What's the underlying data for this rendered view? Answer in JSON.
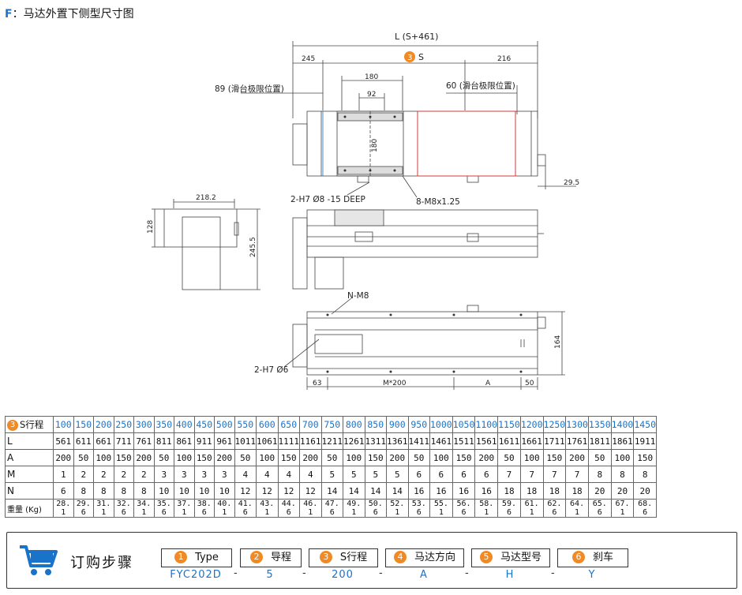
{
  "header": {
    "label": "F",
    "separator": "：",
    "title": "马达外置下侧型尺寸图"
  },
  "drawing": {
    "dim_L": "L (S+461)",
    "dim_S_num": "3",
    "dim_S": "S",
    "dim_245": "245",
    "dim_216": "216",
    "dim_180_top": "180",
    "dim_92": "92",
    "dim_180_side": "180",
    "note_89": "89 (滑台极限位置)",
    "note_60": "60 (滑台极限位置)",
    "dim_29_5": "29.5",
    "hole_label": "2-H7 Ø8 -15 DEEP",
    "thread_label": "8-M8x1.25",
    "dim_218_2": "218.2",
    "dim_128": "128",
    "dim_245_5": "245.5",
    "nm8_label": "N-M8",
    "h7_6_label": "2-H7 Ø6",
    "dim_164": "164",
    "dim_63": "63",
    "dim_m200": "M*200",
    "dim_A": "A",
    "dim_50": "50"
  },
  "table": {
    "rows": [
      {
        "label": "S行程",
        "values": [
          "100",
          "150",
          "200",
          "250",
          "300",
          "350",
          "400",
          "450",
          "500",
          "550",
          "600",
          "650",
          "700",
          "750",
          "800",
          "850",
          "900",
          "950",
          "1000",
          "1050",
          "1100",
          "1150",
          "1200",
          "1250",
          "1300",
          "1350",
          "1400",
          "1450"
        ]
      },
      {
        "label": "L",
        "values": [
          "561",
          "611",
          "661",
          "711",
          "761",
          "811",
          "861",
          "911",
          "961",
          "1011",
          "1061",
          "1111",
          "1161",
          "1211",
          "1261",
          "1311",
          "1361",
          "1411",
          "1461",
          "1511",
          "1561",
          "1611",
          "1661",
          "1711",
          "1761",
          "1811",
          "1861",
          "1911"
        ]
      },
      {
        "label": "A",
        "values": [
          "200",
          "50",
          "100",
          "150",
          "200",
          "50",
          "100",
          "150",
          "200",
          "50",
          "100",
          "150",
          "200",
          "50",
          "100",
          "150",
          "200",
          "50",
          "100",
          "150",
          "200",
          "50",
          "100",
          "150",
          "200",
          "50",
          "100",
          "150"
        ]
      },
      {
        "label": "M",
        "values": [
          "1",
          "2",
          "2",
          "2",
          "2",
          "3",
          "3",
          "3",
          "3",
          "4",
          "4",
          "4",
          "4",
          "5",
          "5",
          "5",
          "5",
          "6",
          "6",
          "6",
          "6",
          "7",
          "7",
          "7",
          "7",
          "8",
          "8",
          "8"
        ]
      },
      {
        "label": "N",
        "values": [
          "6",
          "8",
          "8",
          "8",
          "8",
          "10",
          "10",
          "10",
          "10",
          "12",
          "12",
          "12",
          "12",
          "14",
          "14",
          "14",
          "14",
          "16",
          "16",
          "16",
          "16",
          "18",
          "18",
          "18",
          "18",
          "20",
          "20",
          "20"
        ]
      },
      {
        "label": "重量 (Kg)",
        "values": [
          "28. 1",
          "29. 6",
          "31. 1",
          "32. 6",
          "34. 1",
          "35. 6",
          "37. 1",
          "38. 6",
          "40. 1",
          "41. 6",
          "43. 1",
          "44. 6",
          "46. 1",
          "47. 6",
          "49. 1",
          "50. 6",
          "52. 1",
          "53. 6",
          "55. 1",
          "56. 6",
          "58. 1",
          "59. 6",
          "61. 1",
          "62. 6",
          "64. 1",
          "65. 6",
          "67. 1",
          "68. 6"
        ]
      }
    ]
  },
  "order": {
    "title": "订购步骤",
    "steps": [
      {
        "num": "1",
        "label": "Type",
        "value": "FYC202D"
      },
      {
        "num": "2",
        "label": "导程",
        "value": "5"
      },
      {
        "num": "3",
        "label": "S行程",
        "value": "200"
      },
      {
        "num": "4",
        "label": "马达方向",
        "value": "A"
      },
      {
        "num": "5",
        "label": "马达型号",
        "value": "H"
      },
      {
        "num": "6",
        "label": "刹车",
        "value": "Y"
      }
    ],
    "separator": "-"
  },
  "colors": {
    "accent_blue": "#1a73c9",
    "accent_orange": "#f08a24",
    "red_line": "#d23a3a"
  }
}
